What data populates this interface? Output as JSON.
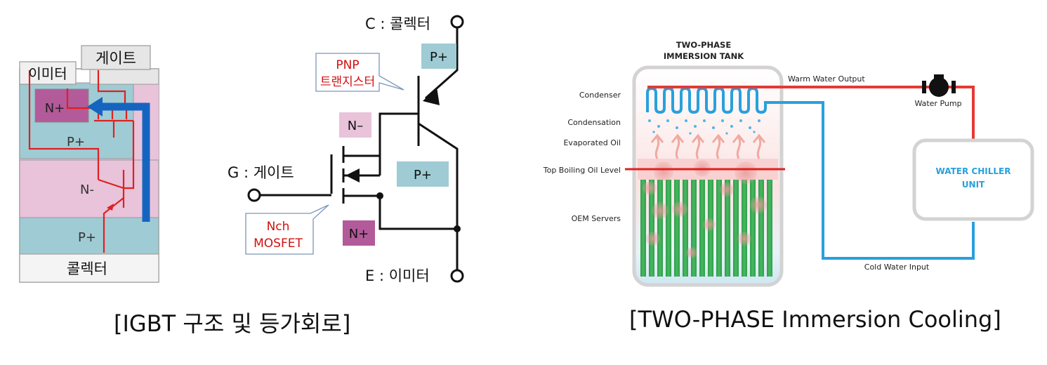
{
  "captions": {
    "left": "[IGBT 구조 및 등가회로]",
    "right": "[TWO-PHASE Immersion Cooling]"
  },
  "igbt_structure": {
    "gate": "게이트",
    "emitter": "이미터",
    "n_plus": "N+",
    "p_plus_upper": "P+",
    "n_minus": "N-",
    "p_plus_lower": "P+",
    "collector": "콜렉터"
  },
  "equivalent_circuit": {
    "collector_terminal": "C : 콜렉터",
    "gate_terminal": "G : 게이트",
    "emitter_terminal": "E : 이미터",
    "pnp_callout": [
      "PNP",
      "트랜지스터"
    ],
    "nch_callout": [
      "Nch",
      "MOSFET"
    ],
    "p_plus_top": "P+",
    "n_minus": "N–",
    "p_plus_mid": "P+",
    "n_plus": "N+"
  },
  "immersion_cooling": {
    "tank_title": [
      "TWO-PHASE",
      "IMMERSION TANK"
    ],
    "labels": {
      "condenser": "Condenser",
      "condensation": "Condensation",
      "evaporated_oil": "Evaporated Oil",
      "boiling_level": "Top Boiling Oil Level",
      "servers": "OEM Servers"
    },
    "warm_water": "Warm Water Output",
    "water_pump": "Water Pump",
    "chiller": [
      "WATER CHILLER",
      "UNIT"
    ],
    "cold_water": "Cold Water Input"
  },
  "colors": {
    "pink_region": "#e8c3da",
    "teal_region": "#9fcbd4",
    "purple_region": "#b35a9a",
    "red_line": "#e02020",
    "blue_arrow": "#1565c0",
    "warm_pipe": "#e53935",
    "cold_pipe": "#29a0dc",
    "server_green": "#2e9e4a",
    "callout_text": "#d01010"
  }
}
